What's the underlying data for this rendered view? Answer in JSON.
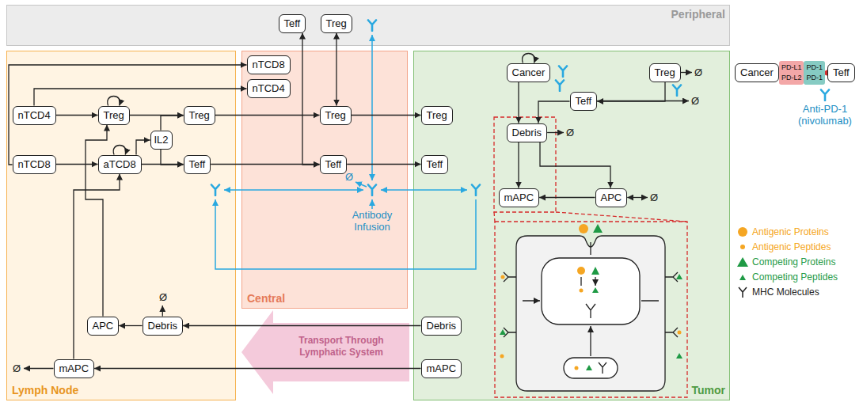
{
  "diagram": {
    "nodes": [
      {
        "text": [
          "Peripheral"
        ]
      },
      {
        "text": [
          "Teff"
        ],
        "in": 0
      },
      {
        "text": [
          "Treg"
        ],
        "in": 0
      },
      {
        "text": [
          "Lymph Node"
        ]
      },
      {
        "text": [
          "nTCD4"
        ],
        "in": 3
      },
      {
        "text": [
          "Treg"
        ],
        "in": 3
      },
      {
        "text": [
          "Treg"
        ],
        "in": 3
      },
      {
        "text": [
          "IL2"
        ],
        "in": 3
      },
      {
        "text": [
          "nTCD8"
        ],
        "in": 3
      },
      {
        "text": [
          "aTCD8"
        ],
        "in": 3
      },
      {
        "text": [
          "Teff"
        ],
        "in": 3
      },
      {
        "text": [
          "APC"
        ],
        "in": 3
      },
      {
        "text": [
          "Debris"
        ],
        "in": 3
      },
      {
        "text": [
          "mAPC"
        ],
        "in": 3
      },
      {
        "text": [
          "Central"
        ]
      },
      {
        "text": [
          "nTCD8"
        ],
        "in": 14
      },
      {
        "text": [
          "nTCD4"
        ],
        "in": 14
      },
      {
        "text": [
          "Treg"
        ],
        "in": 14
      },
      {
        "text": [
          "Teff"
        ],
        "in": 14
      },
      {
        "text": [
          "Tumor"
        ]
      },
      {
        "text": [
          "Cancer"
        ],
        "in": 19
      },
      {
        "text": [
          "Treg"
        ],
        "in": 19
      },
      {
        "text": [
          "Teff"
        ],
        "in": 19
      },
      {
        "text": [
          "Treg"
        ],
        "in": 19
      },
      {
        "text": [
          "Teff"
        ],
        "in": 19
      },
      {
        "text": [
          "Debris"
        ],
        "in": 19
      },
      {
        "text": [
          "mAPC"
        ],
        "in": 19
      },
      {
        "text": [
          "APC"
        ],
        "in": 19
      },
      {
        "text": [
          "Debris"
        ],
        "in": 19
      },
      {
        "text": [
          "mAPC"
        ],
        "in": 19
      },
      {
        "text": [
          "Transport Through Lymphatic System"
        ]
      },
      {
        "text": [
          "Cancer"
        ]
      },
      {
        "text": [
          "PD-L1",
          "PD-L2"
        ]
      },
      {
        "text": [
          "PD-1",
          "PD-1"
        ]
      },
      {
        "text": [
          "Teff"
        ]
      }
    ],
    "edges": [
      {
        "from": 4,
        "to": 5,
        "arrow": "to"
      },
      {
        "from": 5,
        "to": 6,
        "arrow": "to"
      },
      {
        "from": 8,
        "to": 9,
        "arrow": "to"
      },
      {
        "from": 9,
        "to": 10,
        "arrow": "to"
      },
      {
        "from": 9,
        "to": 7,
        "arrow": "to"
      },
      {
        "from": 7,
        "to": 6,
        "arrow": "to"
      },
      {
        "from": 7,
        "to": 10,
        "arrow": "to"
      },
      {
        "from": 8,
        "to": 15,
        "arrow": "to"
      },
      {
        "from": 4,
        "to": 16,
        "arrow": "to"
      },
      {
        "from": 6,
        "to": 17,
        "arrow": "to"
      },
      {
        "from": 10,
        "to": 18,
        "arrow": "to"
      },
      {
        "from": 17,
        "to": 23,
        "arrow": "to"
      },
      {
        "from": 18,
        "to": 24,
        "arrow": "to"
      },
      {
        "from": 2,
        "to": 17,
        "arrow": "both"
      },
      {
        "from": 1,
        "to": 18,
        "arrow": "both"
      },
      {
        "from": 11,
        "to": 5,
        "arrow": "to"
      },
      {
        "from": 13,
        "to": 9,
        "arrow": "to"
      },
      {
        "from": 12,
        "to": 11,
        "arrow": "to"
      },
      {
        "from": 28,
        "to": 12,
        "arrow": "to"
      },
      {
        "from": 29,
        "to": 13,
        "arrow": "to"
      },
      {
        "from": 20,
        "to": 25,
        "arrow": "to"
      },
      {
        "from": 22,
        "to": 25,
        "arrow": "to"
      },
      {
        "from": 21,
        "to": 22,
        "arrow": "to"
      },
      {
        "from": 25,
        "to": 26,
        "arrow": "to"
      },
      {
        "from": 25,
        "to": 27,
        "arrow": "to"
      },
      {
        "from": 27,
        "to": 26,
        "arrow": "to"
      }
    ],
    "labels": [
      "Ø",
      "Ø",
      "Ø",
      "Antibody Infusion",
      "Ø",
      "Ø",
      "Ø",
      "Ø"
    ],
    "legend": [
      {
        "text": "Anti-PD-1 (nivolumab)"
      },
      {
        "text": "Antigenic Proteins",
        "color": "#f5a623"
      },
      {
        "text": "Antigenic Peptides",
        "color": "#f5a623"
      },
      {
        "text": "Competing Proteins",
        "color": "#1f9a45"
      },
      {
        "text": "Competing Peptides",
        "color": "#1f9a45"
      },
      {
        "text": "MHC Molecules"
      }
    ]
  }
}
